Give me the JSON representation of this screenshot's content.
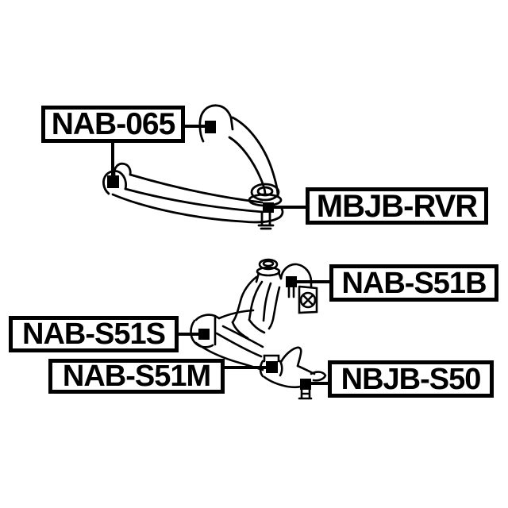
{
  "diagram": {
    "type": "auto-parts-callout-diagram",
    "background_color": "#ffffff",
    "line_color": "#000000",
    "labels": [
      {
        "id": "nab065",
        "text": "NAB-065"
      },
      {
        "id": "mbjbrvr",
        "text": "MBJB-RVR"
      },
      {
        "id": "nabs51b",
        "text": "NAB-S51B"
      },
      {
        "id": "nabs51s",
        "text": "NAB-S51S"
      },
      {
        "id": "nabs51m",
        "text": "NAB-S51M"
      },
      {
        "id": "nbjbs50",
        "text": "NBJB-S50"
      }
    ],
    "figures": [
      {
        "name": "upper-control-arm",
        "callouts": [
          "NAB-065",
          "MBJB-RVR"
        ]
      },
      {
        "name": "steering-knuckle-with-lower-control-arm",
        "callouts": [
          "NAB-S51B",
          "NAB-S51S",
          "NAB-S51M",
          "NBJB-S50"
        ]
      }
    ]
  }
}
